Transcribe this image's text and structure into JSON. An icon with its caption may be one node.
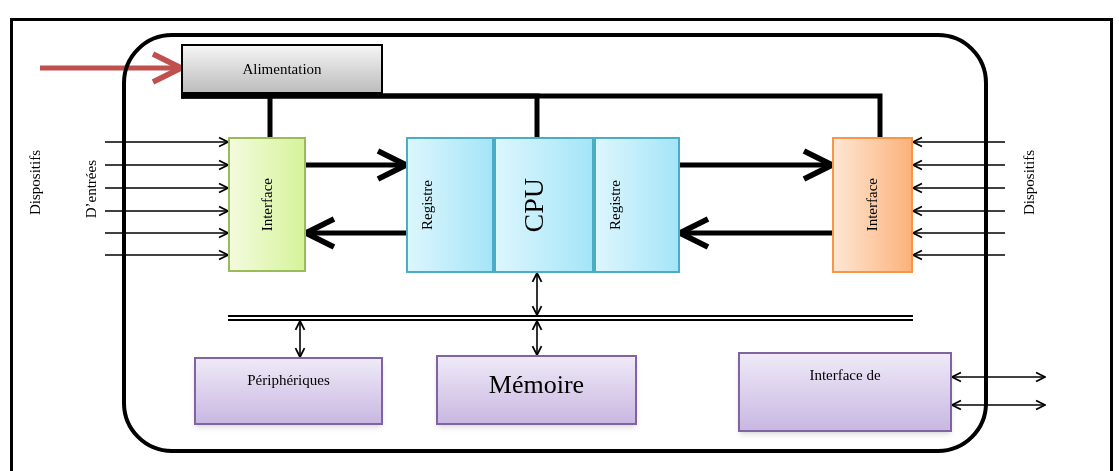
{
  "diagram": {
    "nodes": [
      {
        "text": [],
        "shape": "box"
      },
      {
        "text": [
          "Alimentation"
        ],
        "in": 0
      },
      {
        "text": [
          "Interface"
        ],
        "in": 0
      },
      {
        "text": [
          "Registre"
        ],
        "in": 0
      },
      {
        "text": [
          "CPU"
        ],
        "in": 0
      },
      {
        "text": [
          "Registre"
        ],
        "in": 0
      },
      {
        "text": [
          "Interface"
        ],
        "in": 0
      },
      {
        "text": [
          "Périphériques"
        ],
        "in": 0
      },
      {
        "text": [
          "Mémoire"
        ],
        "in": 0
      },
      {
        "text": [
          "Interface de"
        ],
        "in": 0
      },
      {
        "text": [],
        "shape": "bar",
        "in": 0
      }
    ],
    "edges": [
      {
        "from": null,
        "to": 1,
        "arrow": "to",
        "style": "thick",
        "color": "#c0504d"
      },
      {
        "from": null,
        "to": 2,
        "arrow": "to"
      },
      {
        "from": null,
        "to": 2,
        "arrow": "to"
      },
      {
        "from": null,
        "to": 2,
        "arrow": "to"
      },
      {
        "from": null,
        "to": 2,
        "arrow": "to"
      },
      {
        "from": null,
        "to": 2,
        "arrow": "to"
      },
      {
        "from": null,
        "to": 2,
        "arrow": "to"
      },
      {
        "from": null,
        "to": 6,
        "arrow": "to"
      },
      {
        "from": null,
        "to": 6,
        "arrow": "to"
      },
      {
        "from": null,
        "to": 6,
        "arrow": "to"
      },
      {
        "from": null,
        "to": 6,
        "arrow": "to"
      },
      {
        "from": null,
        "to": 6,
        "arrow": "to"
      },
      {
        "from": null,
        "to": 6,
        "arrow": "to"
      },
      {
        "from": 2,
        "to": 3,
        "arrow": "to",
        "style": "thick"
      },
      {
        "from": 3,
        "to": 2,
        "arrow": "to",
        "style": "thick"
      },
      {
        "from": 5,
        "to": 6,
        "arrow": "to",
        "style": "thick"
      },
      {
        "from": 6,
        "to": 5,
        "arrow": "to",
        "style": "thick"
      },
      {
        "from": 1,
        "to": 2,
        "arrow": "none",
        "style": "thick"
      },
      {
        "from": 1,
        "to": 4,
        "arrow": "none",
        "style": "thick"
      },
      {
        "from": 1,
        "to": 6,
        "arrow": "none",
        "style": "thick"
      },
      {
        "from": 4,
        "to": 10,
        "arrow": "both"
      },
      {
        "from": 10,
        "to": 7,
        "arrow": "both"
      },
      {
        "from": 10,
        "to": 8,
        "arrow": "both"
      },
      {
        "from": 9,
        "to": null,
        "arrow": "both"
      },
      {
        "from": 9,
        "to": null,
        "arrow": "both"
      }
    ],
    "labels": [
      "Dispositifs",
      "D’entrées",
      "Dispositifs"
    ]
  }
}
